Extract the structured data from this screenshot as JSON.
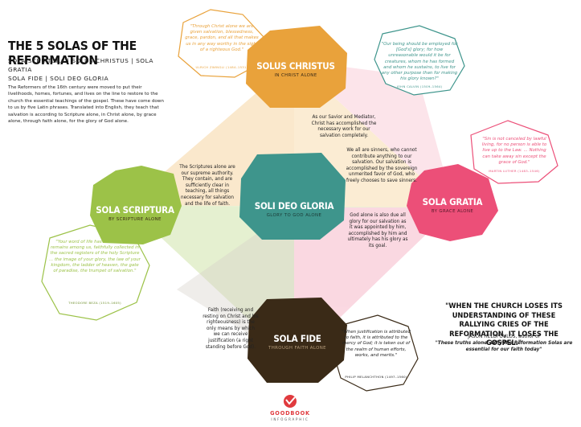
{
  "title": "THE 5 SOLAS OF THE REFORMATION",
  "subtitle_line1": "SOLA SCRIPTURA | SOLUS CHRISTUS | SOLA GRATIA",
  "subtitle_line2": "SOLA FIDE | SOLI DEO GLORIA",
  "intro": "The Reformers of the 16th century were moved to put their livelihoods, homes, fortunes, and lives on the line to restore to the church the essential teachings of the gospel. These have come down to us by five Latin phrases. Translated into English, they teach that salvation is according to Scripture alone, in Christ alone, by grace alone, through faith alone, for the glory of God alone.",
  "solas": {
    "christus": {
      "name": "SOLUS CHRISTUS",
      "sub": "IN CHRIST ALONE",
      "color": "#e9a23b"
    },
    "scriptura": {
      "name": "SOLA SCRIPTURA",
      "sub": "BY SCRIPTURE ALONE",
      "color": "#9cc248"
    },
    "gloria": {
      "name": "SOLI DEO GLORIA",
      "sub": "GLORY TO GOD ALONE",
      "color": "#3e958c"
    },
    "gratia": {
      "name": "SOLA GRATIA",
      "sub": "BY GRACE ALONE",
      "color": "#ec4f78"
    },
    "fide": {
      "name": "SOLA FIDE",
      "sub": "THROUGH FAITH ALONE",
      "color": "#3a2a17"
    }
  },
  "descriptions": {
    "christus": "As our Savior and Mediator, Christ has accomplished the necessary work for our salvation completely.",
    "scriptura": "The Scriptures alone are our supreme authority. They contain, and are sufficiently clear in teaching, all things necessary for salvation and the life of faith.",
    "gratia": "We all are sinners, who cannot contribute anything to our salvation. Our salvation is accomplished by the sovereign unmerited favor of God, who freely chooses to save sinners.",
    "gloria": "God alone is also due all glory for our salvation as it was appointed by him, accomplished by him and ultimately has his glory as its goal.",
    "fide": "Faith (receiving and resting on Christ and his righteousness) is the only means by which we can receive justification (a right standing before God)."
  },
  "quotes": {
    "christus": {
      "text": "\"Through Christ alone we are given salvation, blessedness, grace, pardon, and all that makes us in any way worthy in the sight of a righteous God.\"",
      "attribution": "ULRICH ZWINGLI (1484–1531)"
    },
    "gratia_top": {
      "text": "\"Our being should be employed for [God's] glory; for how unreasonable would it be for creatures, whom he has formed and whom he sustains, to live for any other purpose than for making his glory known?\"",
      "attribution": "JOHN CALVIN (1509–1564)"
    },
    "gratia_right": {
      "text": "\"Sin is not canceled by lawful living, for no person is able to live up to the Law. ... Nothing can take away sin except the grace of God.\"",
      "attribution": "MARTIN LUTHER (1483–1546)"
    },
    "scriptura": {
      "text": "\"Your word of life has been, and still remains among us, faithfully collected in the sacred registers of the holy Scripture ... the image of your glory, the law of your kingdom, the ladder of heaven, the gate of paradise, the trumpet of salvation.\"",
      "attribution": "THEODORE BEZA (1519–1605)"
    },
    "fide": {
      "text": "\"When justification is attributed to faith, it is attributed to the mercy of God; it is taken out of the realm of human efforts, works, and merits.\"",
      "attribution": "PHILIP MELANCHTHON (1497–1560)"
    }
  },
  "big_quote": "\"WHEN THE CHURCH LOSES ITS UNDERSTANDING OF THESE RALLYING CRIES OF THE REFORMATION, IT LOSES THE GOSPEL.\"",
  "author_line": "JASON HELOPOULOS, author of",
  "book_title": "\"These truths alone: Why the Reformation Solas are essential for our faith today\"",
  "logo": {
    "name": "GOODBOOK",
    "sub": "INFOGRAPHIC"
  }
}
